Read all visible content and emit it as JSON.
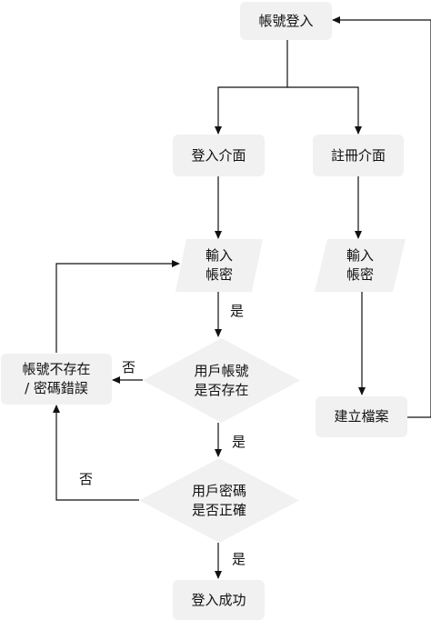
{
  "colors": {
    "node_fill": "#f1f1f1",
    "line": "#111111",
    "text": "#111111"
  },
  "nodes": {
    "login_account": "帳號登入",
    "login_screen": "登入介面",
    "register_screen": "註冊介面",
    "input_login": [
      "輸入",
      "帳密"
    ],
    "input_register": [
      "輸入",
      "帳密"
    ],
    "create_file": "建立檔案",
    "account_exists": [
      "用戶帳號",
      "是否存在"
    ],
    "password_correct": [
      "用戶密碼",
      "是否正確"
    ],
    "error": [
      "帳號不存在",
      "/ 密碼錯誤"
    ],
    "login_success": "登入成功"
  },
  "edge_labels": {
    "yes_1": "是",
    "no_1": "否",
    "yes_2": "是",
    "no_2": "否",
    "yes_3": "是"
  }
}
